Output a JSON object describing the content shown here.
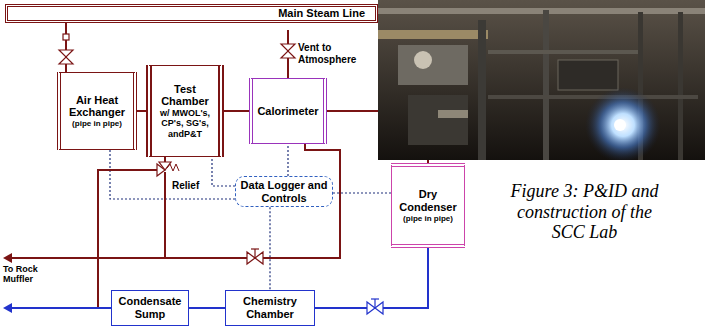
{
  "diagram": {
    "caption": "Figure 3: P&ID and construction of the SCC Lab",
    "nodes": [
      {
        "text": [
          "Main Steam Line"
        ]
      },
      {
        "text": [
          "Air Heat Exchanger",
          "(pipe in pipe)"
        ]
      },
      {
        "text": [
          "Test Chamber",
          "w/ MWOL's, CP's, SG's, andP&T"
        ]
      },
      {
        "text": [
          "Calorimeter"
        ]
      },
      {
        "text": [
          "Data Logger and Controls"
        ]
      },
      {
        "text": [
          "Dry Condenser",
          "(pipe in pipe)"
        ]
      },
      {
        "text": [
          "Condensate Sump"
        ]
      },
      {
        "text": [
          "Chemistry Chamber"
        ]
      }
    ],
    "edges": [
      {
        "from": 0,
        "to": 1,
        "arrow": "none"
      },
      {
        "from": 1,
        "to": 2,
        "arrow": "none"
      },
      {
        "from": 2,
        "to": 3,
        "arrow": "none"
      },
      {
        "from": 3,
        "to": 5,
        "arrow": "none"
      },
      {
        "from": 5,
        "to": 7,
        "arrow": "none"
      },
      {
        "from": 7,
        "to": 6,
        "arrow": "none"
      },
      {
        "from": 4,
        "to": 1,
        "arrow": "none"
      },
      {
        "from": 4,
        "to": 2,
        "arrow": "none"
      },
      {
        "from": 4,
        "to": 3,
        "arrow": "none"
      },
      {
        "from": 4,
        "to": 5,
        "arrow": "none"
      },
      {
        "from": 4,
        "to": 7,
        "arrow": "none"
      }
    ],
    "labels": [
      "Vent to Atmosphere",
      "Relief",
      "To Rock Muffler"
    ]
  }
}
